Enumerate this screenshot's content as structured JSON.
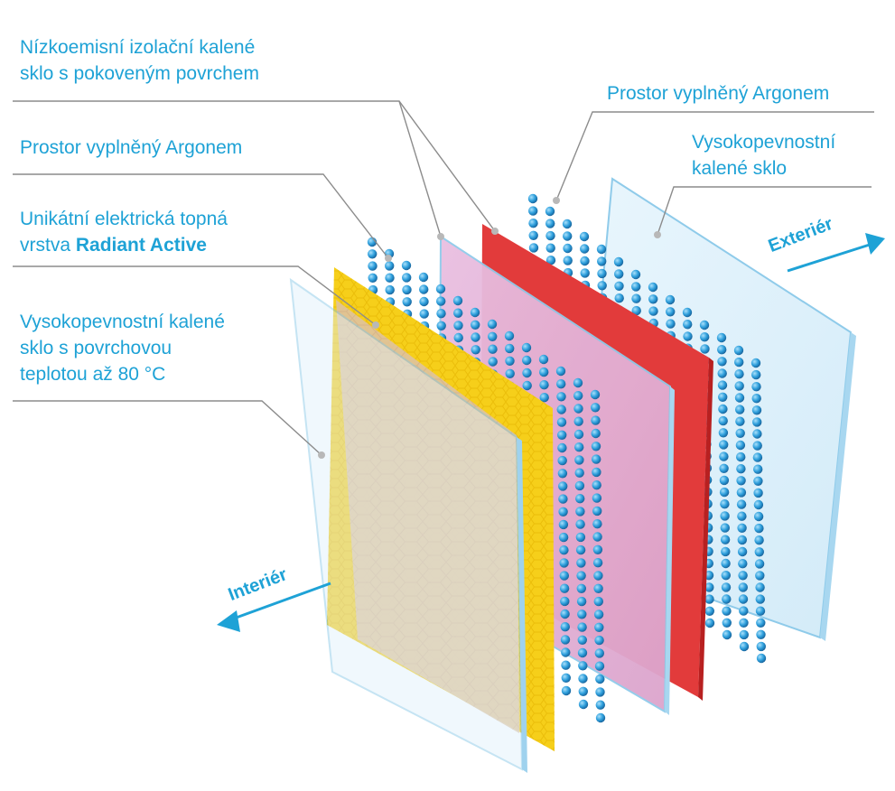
{
  "labels": {
    "lowe_glass": {
      "line1": "Nízkoemisní izolační kalené",
      "line2": "sklo s pokoveným povrchem"
    },
    "argon_right": {
      "line1": "Prostor vyplněný Argonem"
    },
    "argon_left": {
      "line1": "Prostor vyplněný Argonem"
    },
    "outer_glass": {
      "line1": "Vysokopevnostní",
      "line2": "kalené sklo"
    },
    "heating_layer": {
      "line1": "Unikátní elektrická topná",
      "line2_prefix": "vrstva ",
      "line2_bold": "Radiant Active"
    },
    "inner_glass": {
      "line1": "Vysokopevnostní kalené",
      "line2": "sklo s povrchovou",
      "line3": "teplotou až 80 °C"
    }
  },
  "arrows": {
    "exterior": "Exteriér",
    "interior": "Interiér"
  },
  "colors": {
    "accent": "#1ea2d6",
    "glass_fill": "#dff0fb",
    "glass_edge": "#7fc4e6",
    "heating_yellow": "#f6cf1a",
    "heating_tan": "#dfc2a0",
    "red_layer": "#e23b3b",
    "pink_glass": "#e3b2d6",
    "argon_bead": "#2e9fdc",
    "leader_line": "#8c8c8c"
  }
}
